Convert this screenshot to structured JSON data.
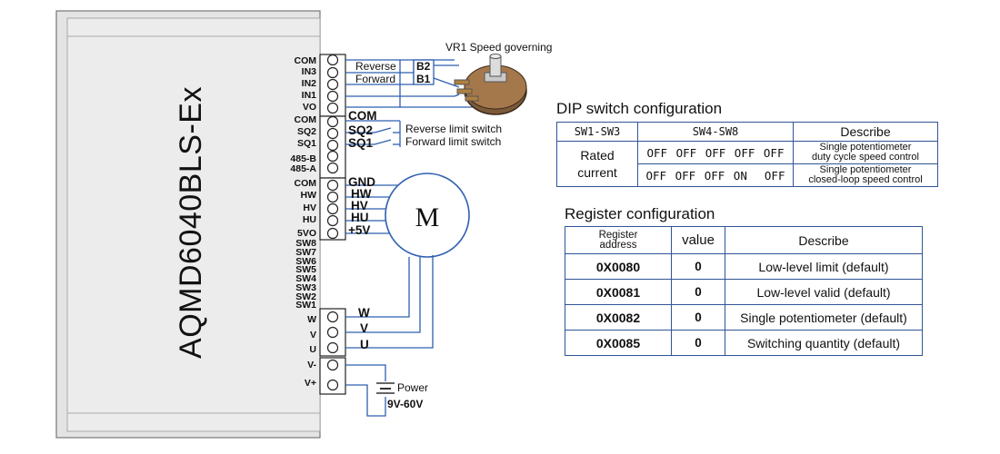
{
  "driver": {
    "model": "AQMD6040BLS-Ex",
    "pins": [
      "COM",
      "IN3",
      "IN2",
      "IN1",
      "VO",
      "COM",
      "SQ2",
      "SQ1",
      "485-B",
      "485-A",
      "COM",
      "HW",
      "HV",
      "HU",
      "5VO",
      "SW8",
      "SW7",
      "SW6",
      "SW5",
      "SW4",
      "SW3",
      "SW2",
      "SW1",
      "W",
      "V",
      "U",
      "V-",
      "V+"
    ]
  },
  "potentiometer": {
    "title": "VR1 Speed governing",
    "terminals": [
      "B2",
      "B1"
    ],
    "reverse_label": "Reverse",
    "forward_label": "Forward"
  },
  "limit_switches": {
    "com": "COM",
    "sq2": "SQ2",
    "sq1": "SQ1",
    "reverse_label": "Reverse limit switch",
    "forward_label": "Forward limit switch"
  },
  "hall": [
    "GND",
    "HW",
    "HV",
    "HU",
    "+5V"
  ],
  "motor": {
    "symbol": "M",
    "phases": [
      "W",
      "V",
      "U"
    ]
  },
  "power": {
    "label": "Power",
    "range": "9V-60V"
  },
  "dip_config": {
    "title": "DIP switch configuration",
    "headers": [
      "SW1-SW3",
      "SW4-SW8",
      "Describe"
    ],
    "rated_current": [
      "Rated",
      "current"
    ],
    "rows": [
      {
        "sw": "OFF OFF OFF OFF OFF",
        "describe": [
          "Single potentiometer",
          "duty cycle speed control"
        ]
      },
      {
        "sw": "OFF OFF OFF ON  OFF",
        "describe": [
          "Single potentiometer",
          "closed-loop speed control"
        ]
      }
    ]
  },
  "register_config": {
    "title": "Register configuration",
    "headers": [
      "Register",
      "address",
      "value",
      "Describe"
    ],
    "rows": [
      {
        "address": "0X0080",
        "value": "0",
        "describe": "Low-level limit (default)"
      },
      {
        "address": "0X0081",
        "value": "0",
        "describe": "Low-level valid (default)"
      },
      {
        "address": "0X0082",
        "value": "0",
        "describe": "Single potentiometer (default)"
      },
      {
        "address": "0X0085",
        "value": "0",
        "describe": "Switching quantity (default)"
      }
    ]
  },
  "colors": {
    "wire": "#2e5fb0",
    "table_border": "#2f5597",
    "housing": "#d4d4d4"
  }
}
